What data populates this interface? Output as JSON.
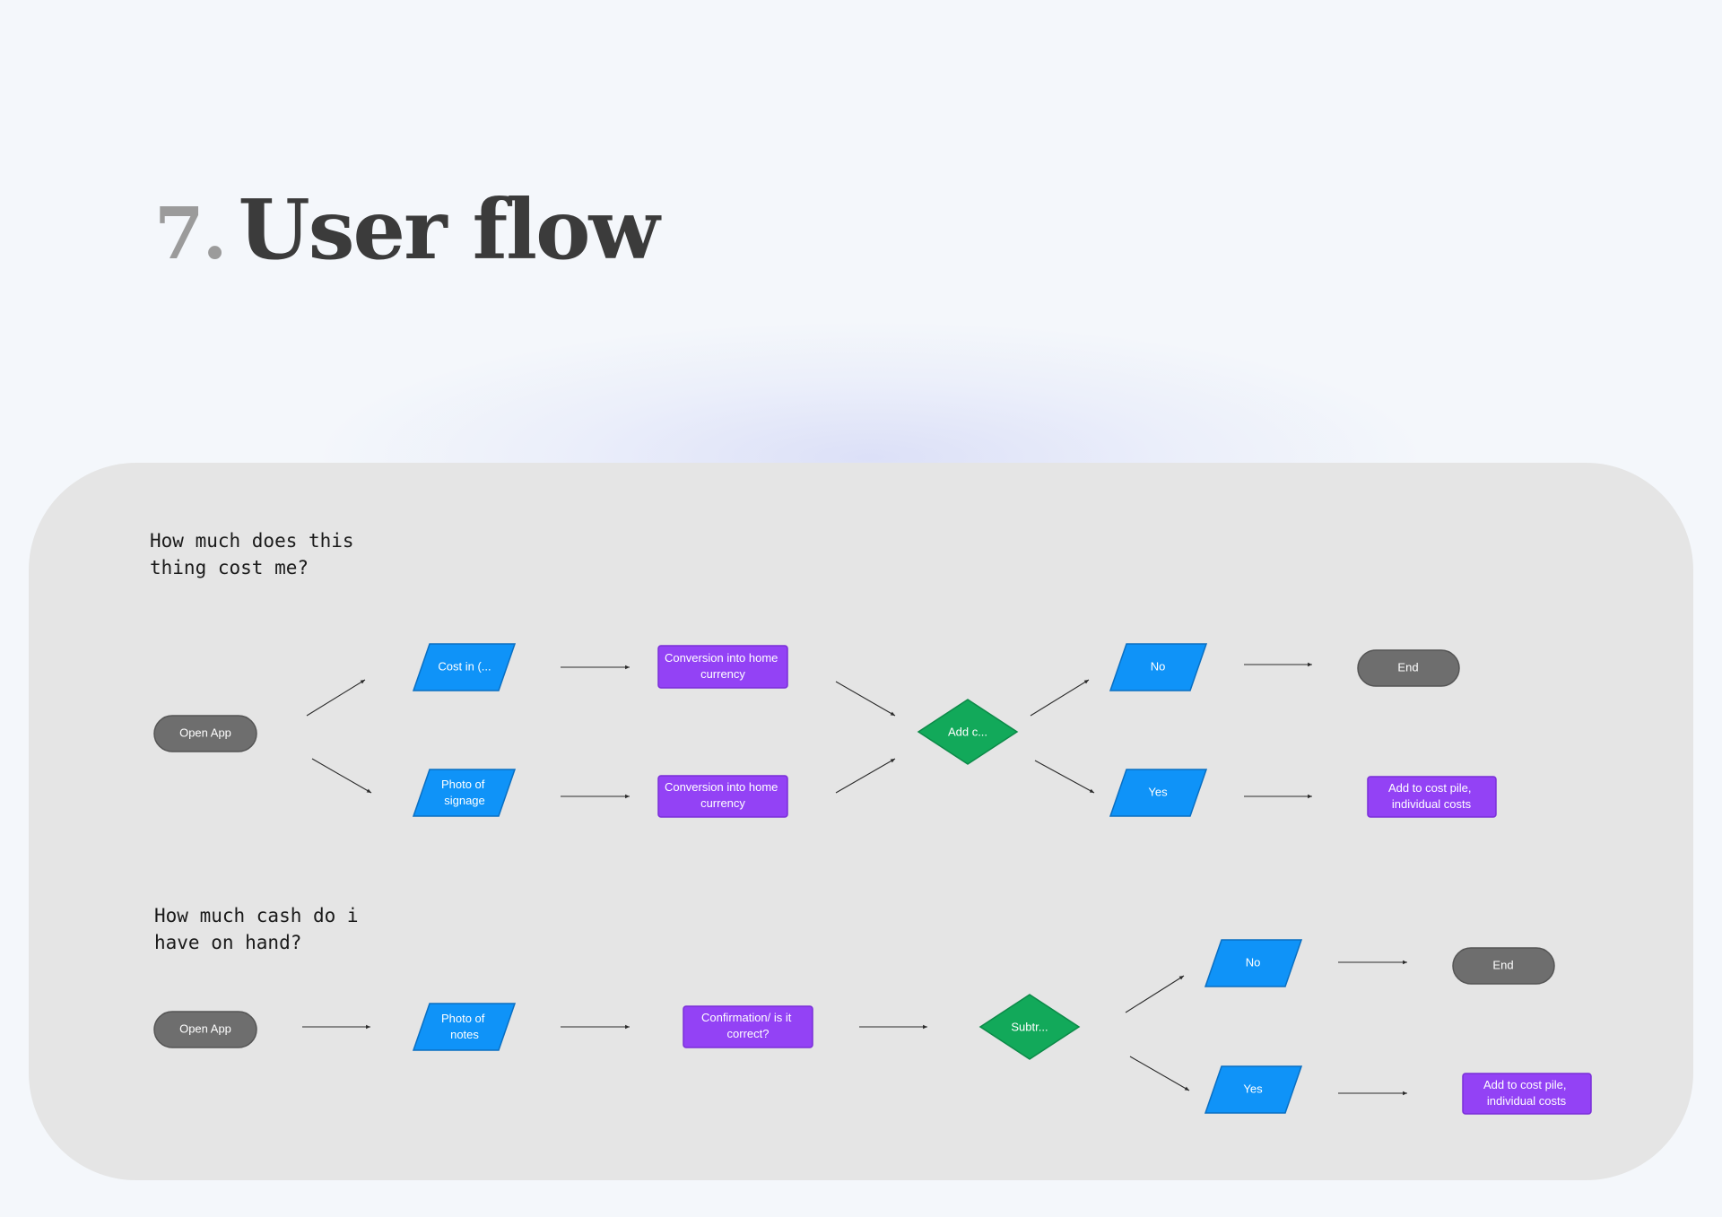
{
  "title": {
    "number": "7.",
    "text": "User flow"
  },
  "colors": {
    "background": "#f4f7fb",
    "panel": "#e5e5e5",
    "terminal": "#6e6e6e",
    "input": "#0f93f8",
    "process": "#9342f5",
    "decision": "#12a95a",
    "edge": "#2b2b2b"
  },
  "flow1": {
    "question": [
      "How much does this",
      "thing cost me?"
    ],
    "open_app": "Open App",
    "cost_in": "Cost in (...",
    "photo_signage": [
      "Photo of",
      "signage"
    ],
    "conversion_top": [
      "Conversion into home",
      "currency"
    ],
    "conversion_bottom": [
      "Conversion into home",
      "currency"
    ],
    "decision": "Add c...",
    "no": "No",
    "yes": "Yes",
    "end": "End",
    "add_cost": [
      "Add to cost pile,",
      "individual costs"
    ]
  },
  "flow2": {
    "question": [
      "How much cash do i",
      "have on hand?"
    ],
    "open_app": "Open App",
    "photo_notes": [
      "Photo of",
      "notes"
    ],
    "confirmation": [
      "Confirmation/ is it",
      "correct?"
    ],
    "decision": "Subtr...",
    "no": "No",
    "yes": "Yes",
    "end": "End",
    "add_cost": [
      "Add to cost pile,",
      "individual costs"
    ]
  }
}
